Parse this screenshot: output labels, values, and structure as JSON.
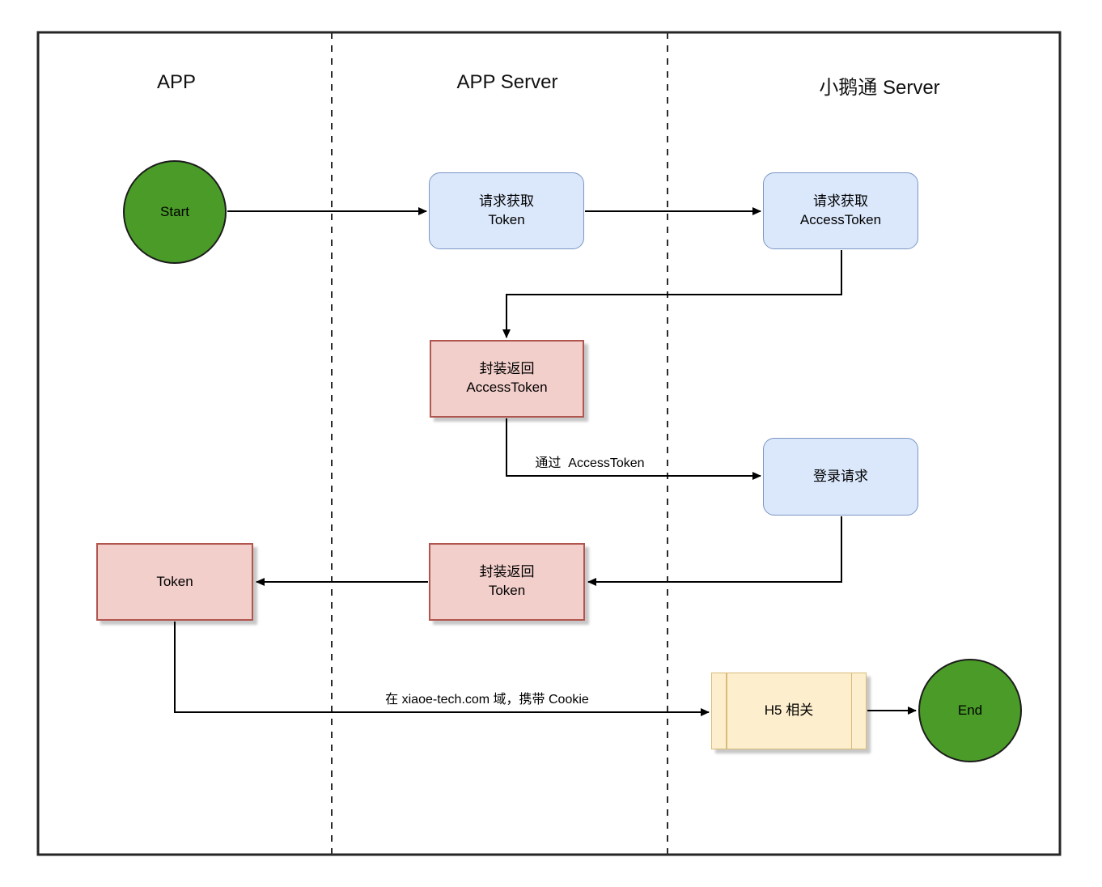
{
  "diagram": {
    "lanes": [
      {
        "id": "app",
        "label": "APP"
      },
      {
        "id": "app-server",
        "label": "APP Server"
      },
      {
        "id": "xiaoe-server",
        "label": "小鹅通 Server"
      }
    ],
    "nodes": {
      "start": {
        "label": "Start",
        "type": "start-circle",
        "lane": "app"
      },
      "request_token": {
        "label": "请求获取\nToken",
        "type": "process-blue",
        "lane": "app-server"
      },
      "request_access_token": {
        "label": "请求获取\nAccessToken",
        "type": "process-blue",
        "lane": "xiaoe-server"
      },
      "wrap_access_token": {
        "label": "封装返回\nAccessToken",
        "type": "result-red",
        "lane": "app-server"
      },
      "login_request": {
        "label": "登录请求",
        "type": "process-blue",
        "lane": "xiaoe-server"
      },
      "wrap_token": {
        "label": "封装返回\nToken",
        "type": "result-red",
        "lane": "app-server"
      },
      "token": {
        "label": "Token",
        "type": "result-red",
        "lane": "app"
      },
      "h5": {
        "label": "H5 相关",
        "type": "subprocess-yellow",
        "lane": "xiaoe-server"
      },
      "end": {
        "label": "End",
        "type": "end-circle",
        "lane": "xiaoe-server"
      }
    },
    "edges": [
      {
        "from": "start",
        "to": "request_token",
        "label": ""
      },
      {
        "from": "request_token",
        "to": "request_access_token",
        "label": ""
      },
      {
        "from": "request_access_token",
        "to": "wrap_access_token",
        "label": ""
      },
      {
        "from": "wrap_access_token",
        "to": "login_request",
        "label": "通过  AccessToken"
      },
      {
        "from": "login_request",
        "to": "wrap_token",
        "label": ""
      },
      {
        "from": "wrap_token",
        "to": "token",
        "label": ""
      },
      {
        "from": "token",
        "to": "h5",
        "label": "在 xiaoe-tech.com 域，携带 Cookie"
      },
      {
        "from": "h5",
        "to": "end",
        "label": ""
      }
    ],
    "edge_labels": {
      "via_access_token": "通过  AccessToken",
      "cookie": "在 xiaoe-tech.com 域，携带 Cookie"
    },
    "colors": {
      "terminal_fill": "#4a9b27",
      "terminal_stroke": "#1c1c1c",
      "process_blue_fill": "#dbe8fc",
      "process_blue_stroke": "#7b96c4",
      "result_red_fill": "#f3cfcb",
      "result_red_stroke": "#b1564e",
      "subprocess_yellow_fill": "#fdeecd",
      "subprocess_yellow_stroke": "#d8bc79",
      "connector": "#000000",
      "border": "#262626"
    }
  }
}
